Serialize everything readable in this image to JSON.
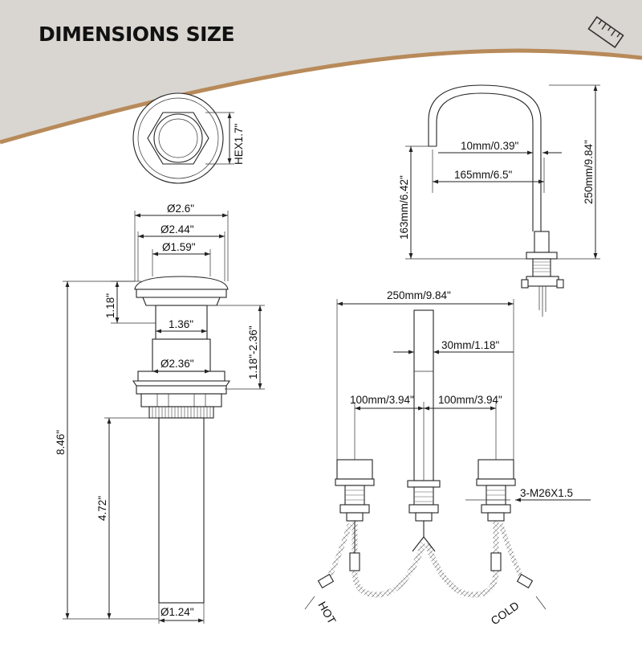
{
  "header": {
    "title": "DIMENSIONS SIZE",
    "icon": "ruler-icon",
    "band_color": "#d9d6d1",
    "accent_color": "#b88a5a"
  },
  "drain": {
    "hex": "HEX1.7\"",
    "d_cap": "Ø2.6\"",
    "d_inner": "Ø2.44\"",
    "d_hole": "Ø1.59\"",
    "cap_height": "1.18\"",
    "neck_width": "1.36\"",
    "thread_range": "1.18\"-2.36\"",
    "d_body": "Ø2.36\"",
    "total_height": "8.46\"",
    "tail_length": "4.72\"",
    "d_tail": "Ø1.24\""
  },
  "spout": {
    "height": "250mm/9.84\"",
    "reach": "165mm/6.5\"",
    "tip": "10mm/0.39\"",
    "clearance": "163mm/6.42\""
  },
  "faucet_set": {
    "total_width": "250mm/9.84\"",
    "spout_width": "30mm/1.18\"",
    "left_spacing": "100mm/3.94\"",
    "right_spacing": "100mm/3.94\"",
    "thread": "3-M26X1.5",
    "hot_label": "HOT",
    "cold_label": "COLD"
  }
}
